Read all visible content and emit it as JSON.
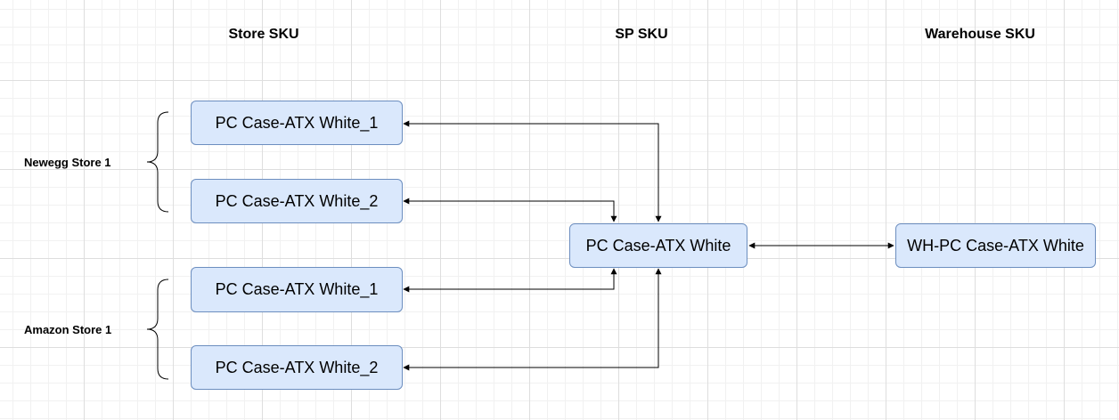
{
  "columns": {
    "store_sku": "Store SKU",
    "sp_sku": "SP SKU",
    "warehouse_sku": "Warehouse SKU"
  },
  "groups": {
    "newegg": "Newegg Store 1",
    "amazon": "Amazon Store 1"
  },
  "nodes": {
    "newegg_sku_1": "PC Case-ATX White_1",
    "newegg_sku_2": "PC Case-ATX White_2",
    "amazon_sku_1": "PC Case-ATX White_1",
    "amazon_sku_2": "PC Case-ATX White_2",
    "sp_sku": "PC Case-ATX White",
    "warehouse_sku": "WH-PC Case-ATX White"
  },
  "edges": [
    {
      "from": "newegg_sku_1",
      "to": "sp_sku",
      "bidirectional": true
    },
    {
      "from": "newegg_sku_2",
      "to": "sp_sku",
      "bidirectional": true
    },
    {
      "from": "amazon_sku_1",
      "to": "sp_sku",
      "bidirectional": true
    },
    {
      "from": "amazon_sku_2",
      "to": "sp_sku",
      "bidirectional": true
    },
    {
      "from": "sp_sku",
      "to": "warehouse_sku",
      "bidirectional": true
    }
  ],
  "colors": {
    "node_fill": "#dae8fc",
    "node_border": "#6c8ebf",
    "edge": "#000000"
  }
}
